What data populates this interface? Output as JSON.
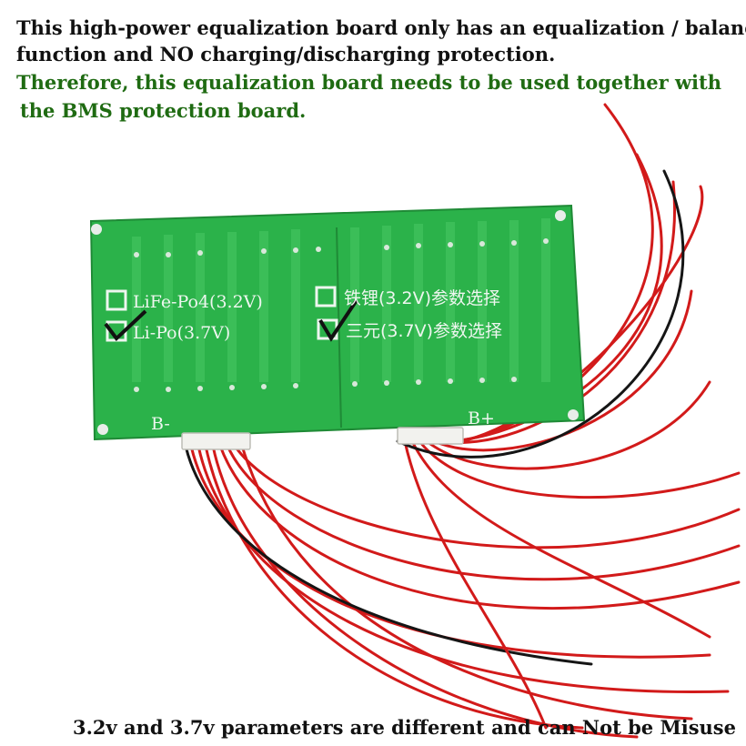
{
  "notice": {
    "line1": "This high-power equalization board only has an equalization / balance",
    "line2": "function and NO charging/discharging protection.",
    "line3": "Therefore, this equalization board needs to be used together with",
    "line4": " the BMS protection board.",
    "bottom": "3.2v and 3.7v parameters are different and can Not be Misuse"
  },
  "board": {
    "option_lifepo4": "LiFe-Po4(3.2V)",
    "option_lipo": "Li-Po(3.7V)",
    "option_cn_lfp": "铁锂(3.2V)参数选择",
    "option_cn_ternary": "三元(3.7V)参数选择",
    "label_bminus": "B-",
    "label_bplus": "B+"
  },
  "colors": {
    "notice_black": "#111111",
    "notice_green": "#1f6b12",
    "pcb_green": "#2bb24a",
    "wire_red": "#d21a1a",
    "wire_black": "#151515"
  }
}
